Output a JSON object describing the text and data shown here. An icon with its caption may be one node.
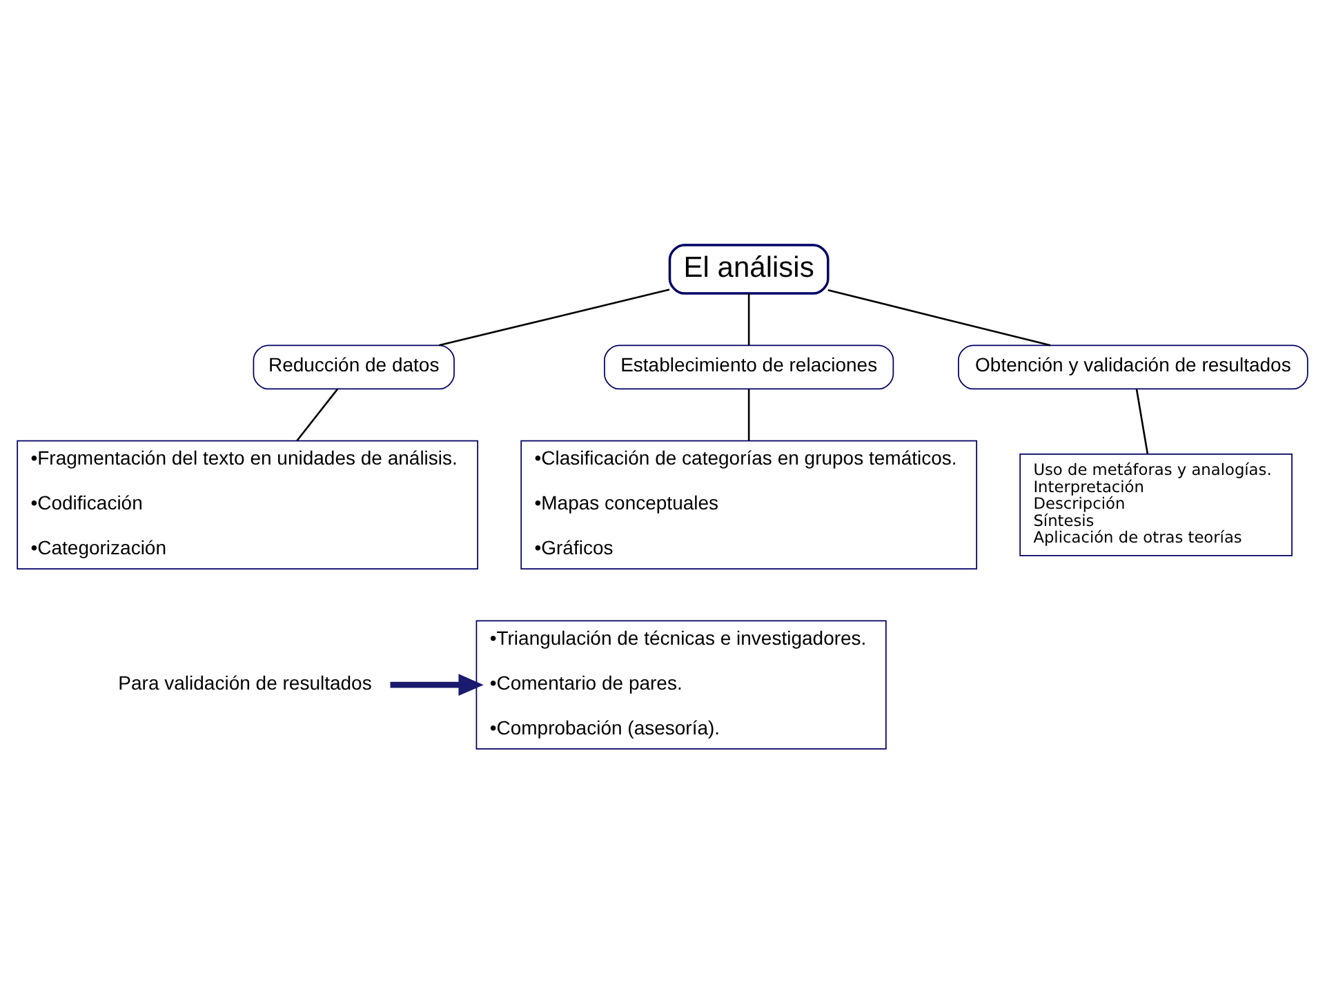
{
  "diagram": {
    "nodes": [
      {
        "text": [
          "El análisis"
        ]
      },
      {
        "text": [
          "Reducción de datos"
        ]
      },
      {
        "text": [
          "Establecimiento de relaciones"
        ]
      },
      {
        "text": [
          "Obtención y validación de resultados"
        ]
      },
      {
        "text": [
          "•Fragmentación del texto en unidades de análisis.",
          "•Codificación",
          "•Categorización"
        ]
      },
      {
        "text": [
          "•Clasificación de categorías en grupos temáticos.",
          "•Mapas conceptuales",
          "•Gráficos"
        ]
      },
      {
        "text": [
          "Uso de metáforas y analogías.",
          "Interpretación",
          "Descripción",
          "Síntesis",
          "Aplicación de otras teorías"
        ]
      },
      {
        "text": [
          "•Triangulación de técnicas e investigadores.",
          "•Comentario de pares.",
          "•Comprobación (asesoría)."
        ]
      },
      {
        "text": [
          "Para validación de resultados"
        ]
      }
    ],
    "edges": [
      {
        "from": 0,
        "to": 1,
        "arrow": "none"
      },
      {
        "from": 0,
        "to": 2,
        "arrow": "none"
      },
      {
        "from": 0,
        "to": 3,
        "arrow": "none"
      },
      {
        "from": 1,
        "to": 4,
        "arrow": "none"
      },
      {
        "from": 2,
        "to": 5,
        "arrow": "none"
      },
      {
        "from": 3,
        "to": 6,
        "arrow": "none"
      },
      {
        "from": 8,
        "to": 7,
        "arrow": "to",
        "style": "thick",
        "color": "#1a1a6e"
      }
    ]
  }
}
